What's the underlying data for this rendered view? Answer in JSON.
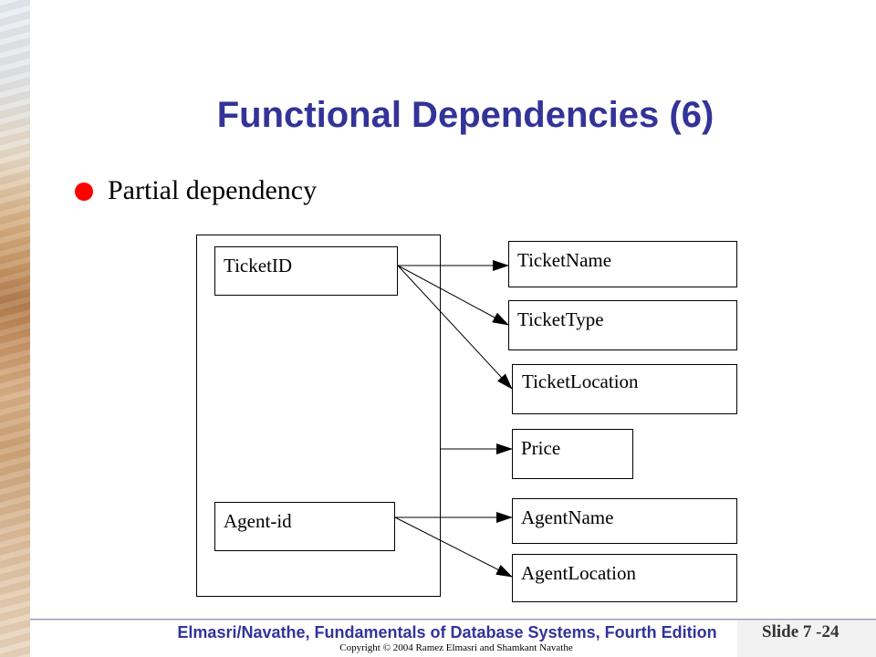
{
  "slide": {
    "title": "Functional Dependencies (6)",
    "bullet": "Partial dependency"
  },
  "diagram": {
    "key_attributes": [
      "TicketID",
      "Agent-id"
    ],
    "dependent_attributes": [
      "TicketName",
      "TicketType",
      "TicketLocation",
      "Price",
      "AgentName",
      "AgentLocation"
    ]
  },
  "footer": {
    "book": "Elmasri/Navathe, Fundamentals of Database Systems, Fourth Edition",
    "copyright": "Copyright © 2004 Ramez Elmasri and Shamkant Navathe",
    "slide_number": "Slide 7 -24"
  },
  "colors": {
    "title": "#333399",
    "bullet": "#ff0000",
    "footer_text": "#333399"
  }
}
